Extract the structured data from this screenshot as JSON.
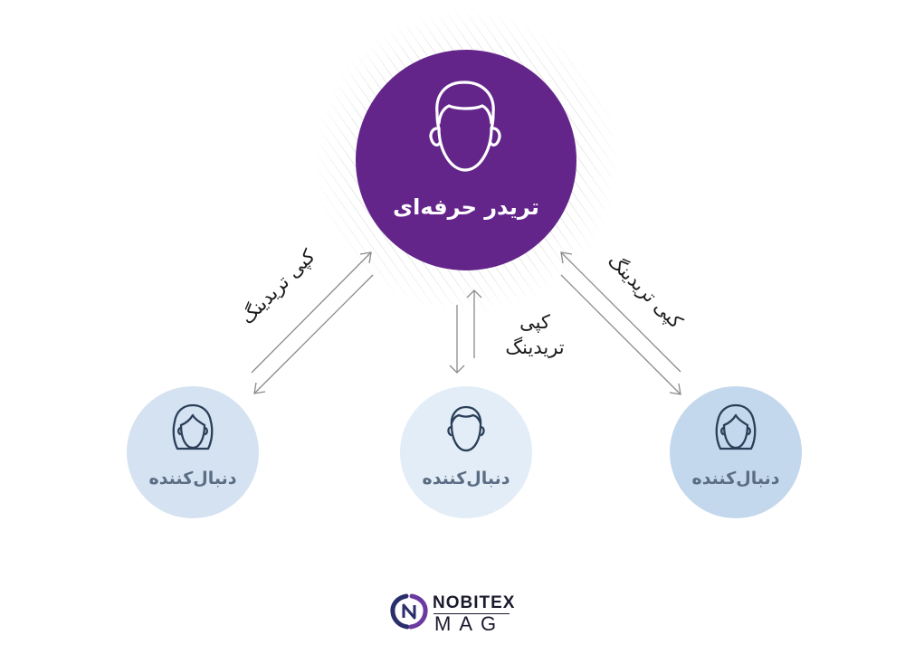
{
  "center": {
    "label": "تریدر حرفه‌ای",
    "color": "#63258a"
  },
  "followers": [
    {
      "label": "دنبال‌کننده",
      "avatar": "woman-icon",
      "color": "#d4e2f1"
    },
    {
      "label": "دنبال‌کننده",
      "avatar": "man-icon",
      "color": "#e3edf7"
    },
    {
      "label": "دنبال‌کننده",
      "avatar": "woman-icon",
      "color": "#c3d8ed"
    }
  ],
  "edges": {
    "left": "کپی تریدینگ",
    "middle_line1": "کپی",
    "middle_line2": "تریدینگ",
    "right": "کپی تریدینگ"
  },
  "brand": {
    "line1": "NOBITEX",
    "line2": "MAG"
  }
}
